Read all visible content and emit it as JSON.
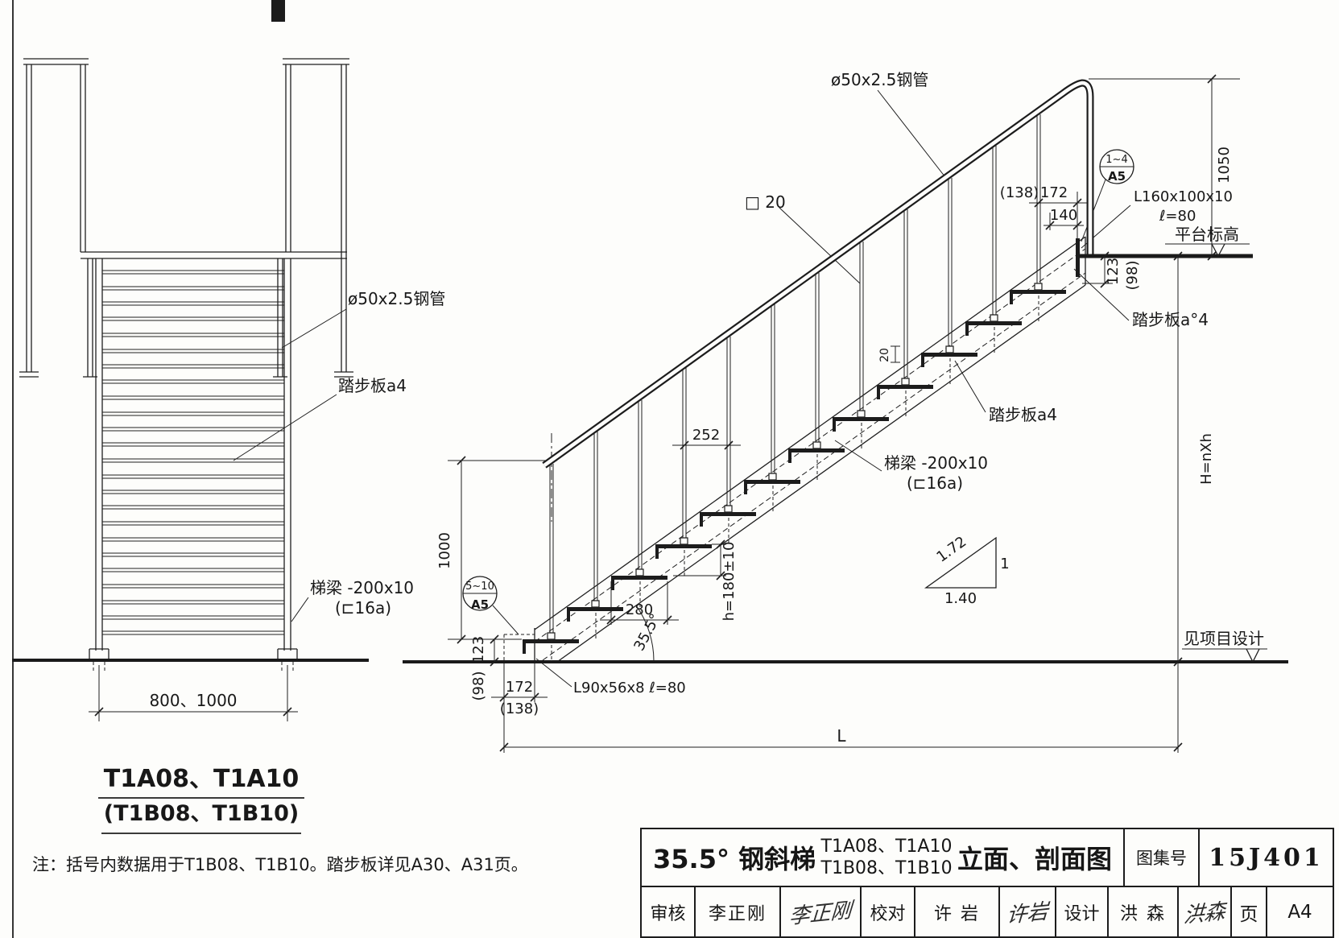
{
  "sheet": {
    "note": "注：括号内数据用于T1B08、T1B10。踏步板详见A30、A31页。"
  },
  "left_view": {
    "title_line1": "T1A08、T1A10",
    "title_line2": "(T1B08、T1B10)",
    "labels": {
      "pipe": "ø50x2.5钢管",
      "tread": "踏步板a4",
      "beam": "梯梁 -200x10",
      "beam_section": "(⊏16a)"
    },
    "dims": {
      "width": "800、1000"
    }
  },
  "right_view": {
    "labels": {
      "pipe": "ø50x2.5钢管",
      "baluster": "□ 20",
      "tread_top": "踏步板a°4",
      "tread": "踏步板a4",
      "beam": "梯梁 -200x10",
      "beam_section": "(⊏16a)",
      "platform_level": "平台标高",
      "ground_level": "见项目设计",
      "angle_top_1": "L160x100x10",
      "angle_top_2": "ℓ=80",
      "angle_bottom": "L90x56x8 ℓ=80"
    },
    "details": {
      "top_num": "1~4",
      "top_page": "A5",
      "bottom_num": "5~10",
      "bottom_page": "A5"
    },
    "dims": {
      "d1050": "1050",
      "dH": "H=nXh",
      "dL": "L",
      "d1000": "1000",
      "d252": "252",
      "d280": "280",
      "dh": "h=180±10",
      "d20": "20",
      "d140": "140",
      "d172_top": "172",
      "d138_top": "(138)",
      "d123_top": "123",
      "d98_top": "(98)",
      "d123_bottom": "123",
      "d98_bottom": "(98)",
      "d172_bottom": "172",
      "d138_bottom": "(138)",
      "angle": "35.5°",
      "slope_hyp": "1.72",
      "slope_v": "1",
      "slope_h": "1.40"
    }
  },
  "title_block": {
    "title_main": "35.5° 钢斜梯",
    "models_line1": "T1A08、T1A10",
    "models_line2": "T1B08、T1B10",
    "view_type": "立面、剖面图",
    "atlas_label": "图集号",
    "atlas_no": "15J401",
    "audit_label": "审核",
    "audit_name": "李正刚",
    "audit_sig": "李正刚",
    "check_label": "校对",
    "check_name": "许 岩",
    "check_sig": "许岩",
    "design_label": "设计",
    "design_name": "洪 森",
    "design_sig": "洪森",
    "page_label": "页",
    "page_no": "A4"
  }
}
